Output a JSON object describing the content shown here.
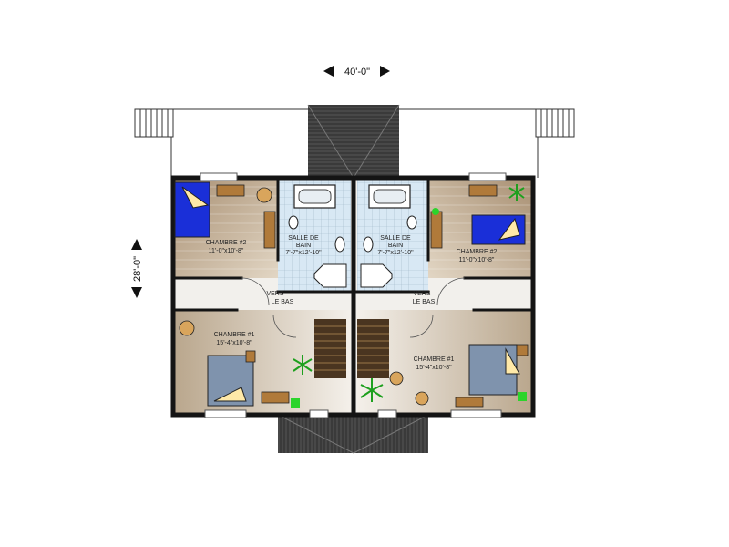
{
  "dimensions": {
    "width": "40'-0\"",
    "depth": "28'-0\""
  },
  "units": {
    "left": {
      "chambre2": {
        "name": "CHAMBRE #2",
        "size": "11'-0\"x10'-8\""
      },
      "salle": {
        "line1": "SALLE DE",
        "line2": "BAIN",
        "size": "7'-7\"x12'-10\""
      },
      "vers": {
        "line1": "VERS",
        "line2": "LE BAS"
      },
      "chambre1": {
        "name": "CHAMBRE #1",
        "size": "15'-4\"x10'-8\""
      }
    },
    "right": {
      "chambre2": {
        "name": "CHAMBRE #2",
        "size": "11'-0\"x10'-8\""
      },
      "salle": {
        "line1": "SALLE DE",
        "line2": "BAIN",
        "size": "7'-7\"x12'-10\""
      },
      "vers": {
        "line1": "VERS",
        "line2": "LE BAS"
      },
      "chambre1": {
        "name": "CHAMBRE #1",
        "size": "15'-4\"x10'-8\""
      }
    }
  },
  "colors": {
    "wall": "#141414",
    "floor": "#c8b59a",
    "bathroom_tile": "#cfe3f2",
    "hall_floor": "#f2f0ec",
    "roof": "#3d3d3d",
    "bed_blue": "#1a2fd8",
    "bed_grey": "#7f93ad",
    "plant": "#2bd42b",
    "wood": "#b07a3a"
  }
}
